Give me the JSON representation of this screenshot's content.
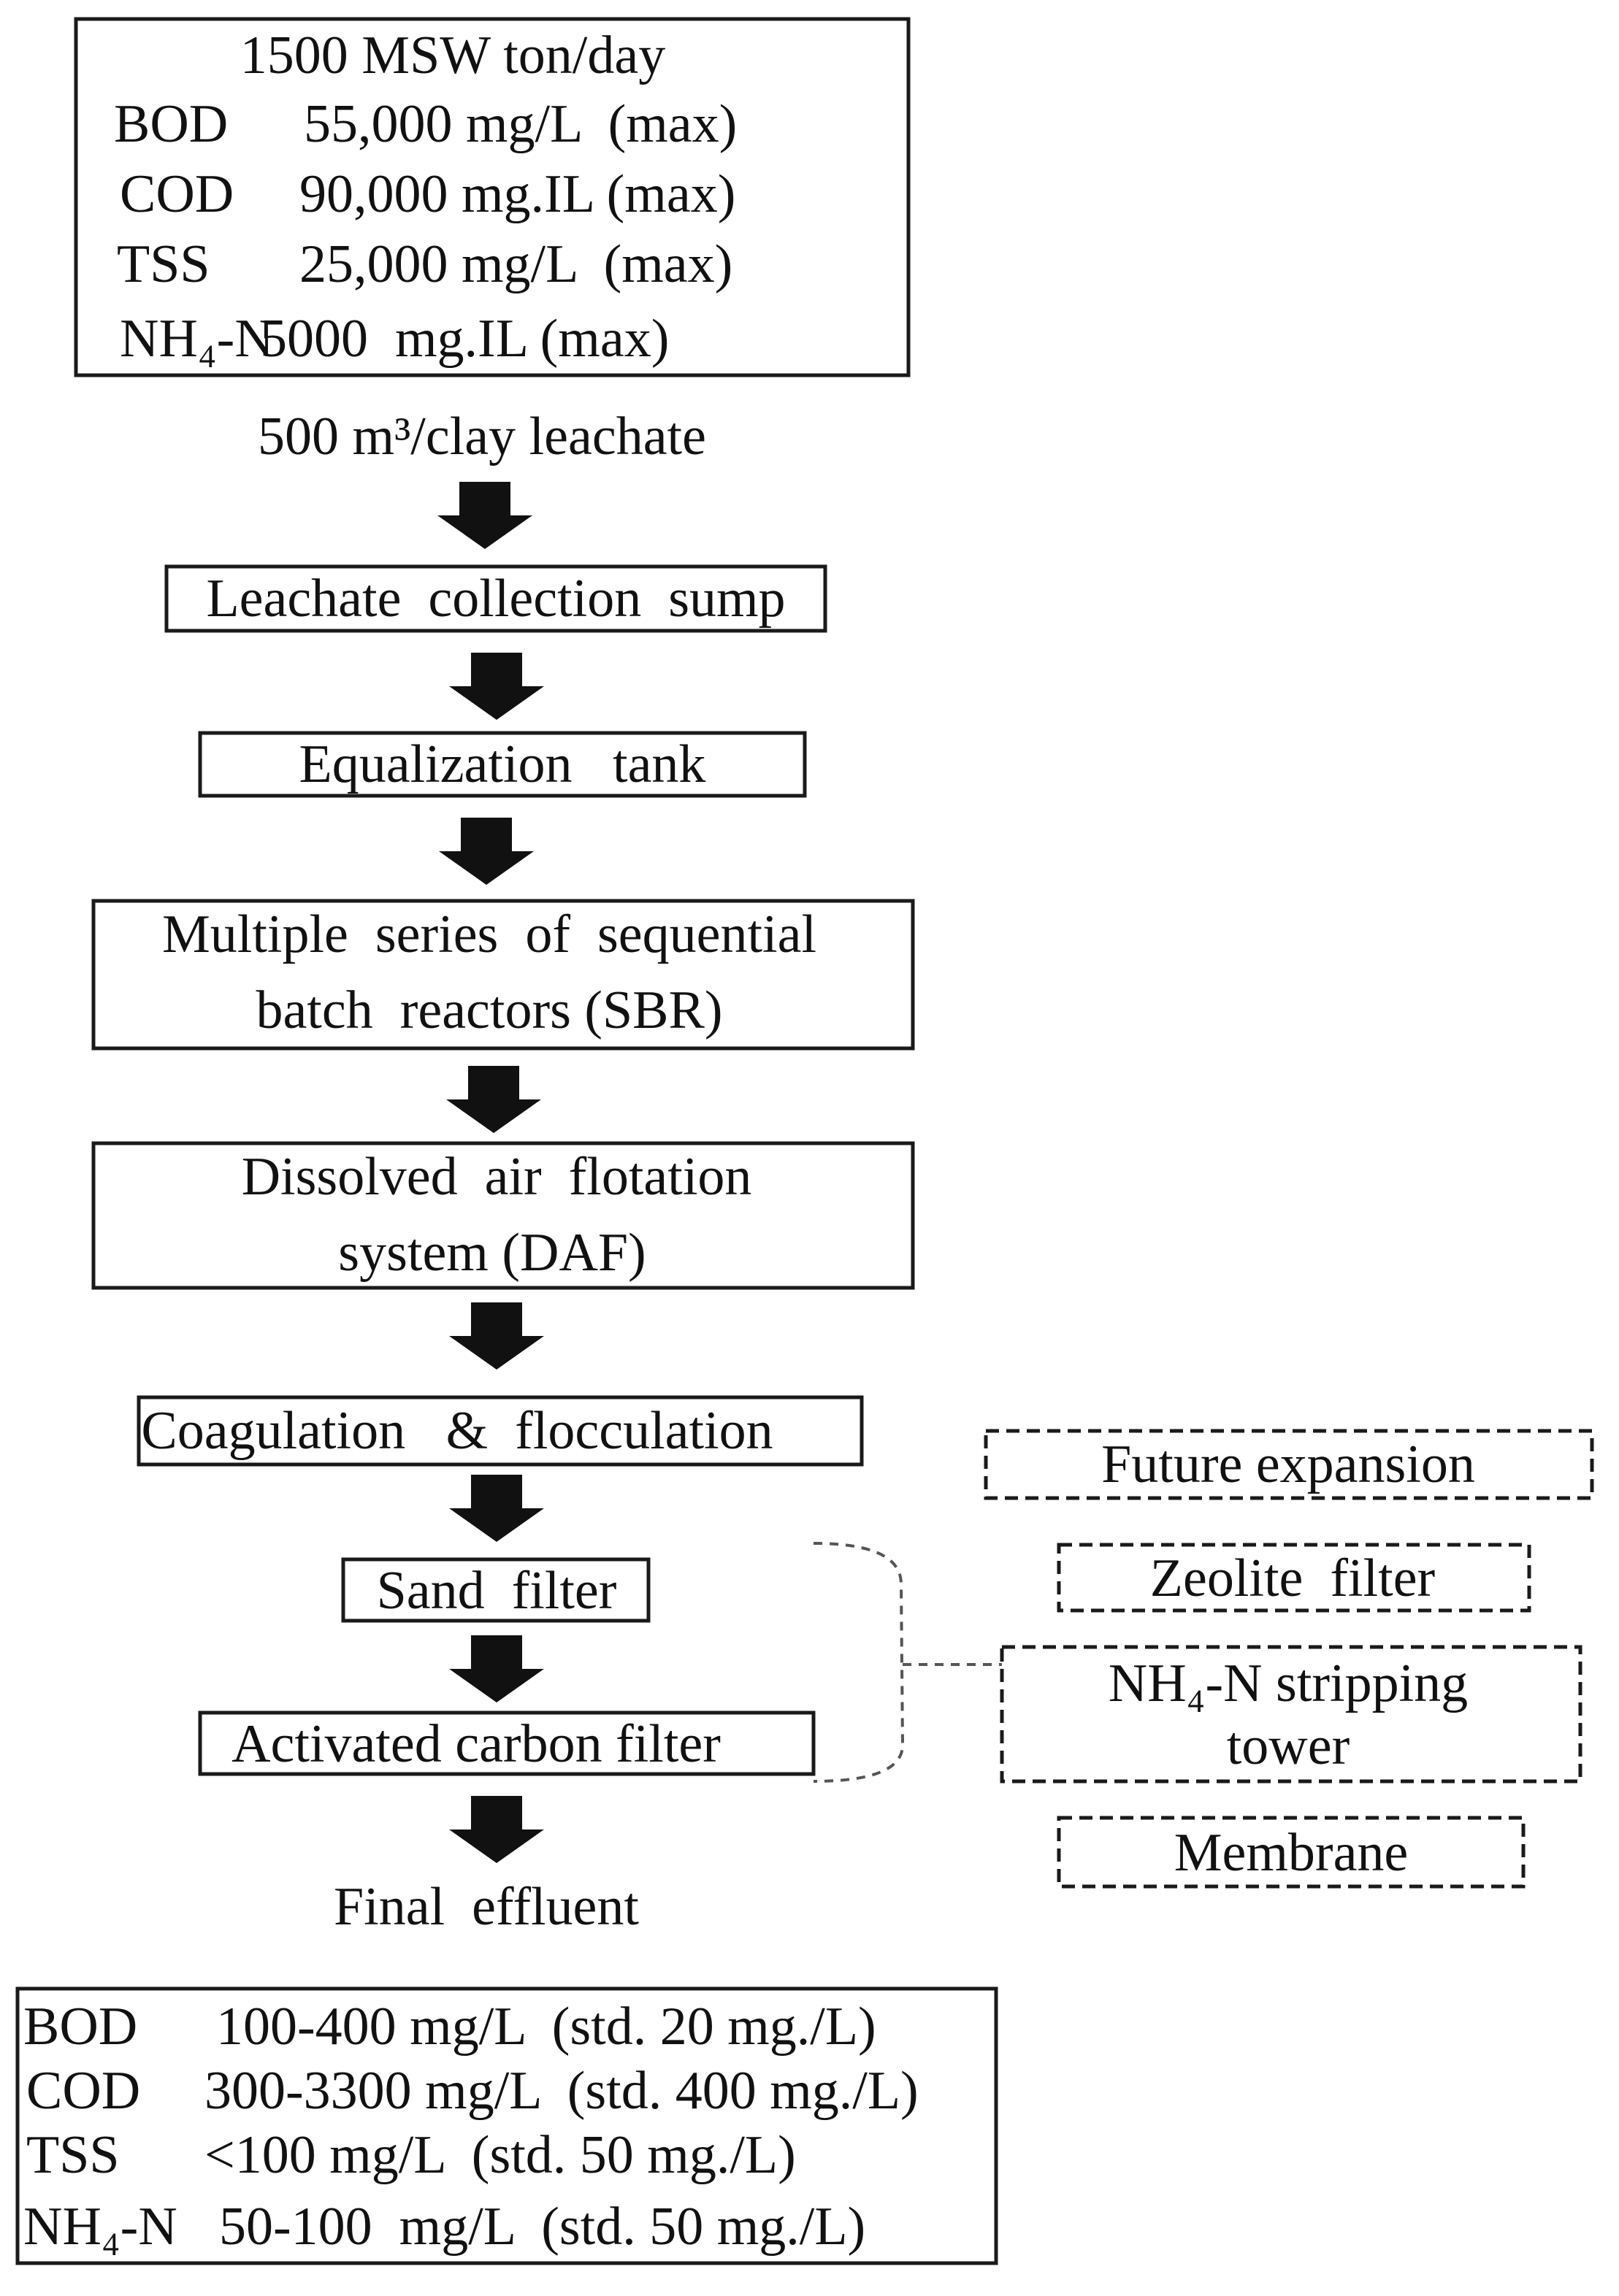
{
  "input": {
    "title": "1500 MSW ton/day",
    "rows": [
      {
        "param": "BOD",
        "value": "55,000 mg/L  (max)"
      },
      {
        "param": "COD",
        "value": "90,000 mg.IL (max)"
      },
      {
        "param": "TSS",
        "value": "25,000 mg/L  (max)"
      },
      {
        "param": "NH₄-N",
        "value": "5000  mg.IL (max)"
      }
    ]
  },
  "flow_label": "500 m³/clay leachate",
  "steps": [
    {
      "lines": [
        "Leachate  collection  sump"
      ]
    },
    {
      "lines": [
        "Equalization   tank"
      ]
    },
    {
      "lines": [
        "Multiple  series  of  sequential",
        "batch  reactors (SBR)"
      ]
    },
    {
      "lines": [
        "Dissolved  air  flotation",
        "system (DAF)"
      ]
    },
    {
      "lines": [
        "Coagulation   &  flocculation"
      ]
    },
    {
      "lines": [
        "Sand  filter"
      ]
    },
    {
      "lines": [
        "Activated carbon filter"
      ]
    }
  ],
  "final_label": "Final  effluent",
  "future": {
    "title": "Future expansion",
    "options": [
      {
        "lines": [
          "Zeolite  filter"
        ]
      },
      {
        "lines": [
          "NH₄-N stripping",
          "tower"
        ]
      },
      {
        "lines": [
          "Membrane"
        ]
      }
    ]
  },
  "output": {
    "rows": [
      {
        "param": "BOD",
        "value": "100-400 mg/L  (std. 20 mg./L)"
      },
      {
        "param": "COD",
        "value": "300-3300 mg/L  (std. 400 mg./L)"
      },
      {
        "param": "TSS",
        "value": "<100 mg/L  (std. 50 mg./L)"
      },
      {
        "param": "NH₄-N",
        "value": "50-100  mg/L  (std. 50 mg./L)"
      }
    ]
  }
}
